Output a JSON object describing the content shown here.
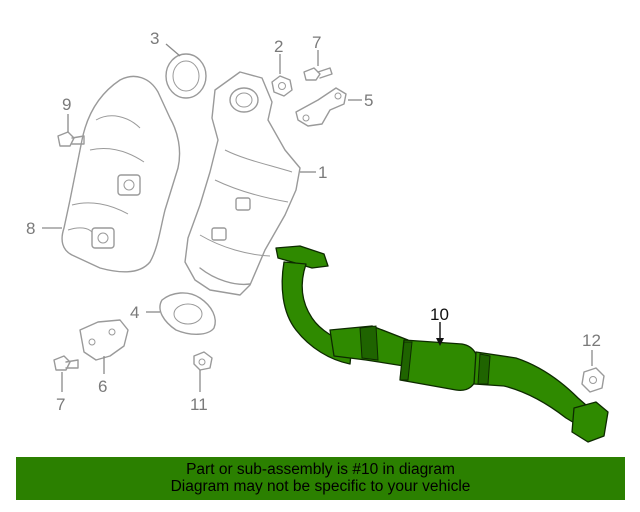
{
  "callouts": {
    "c1": "1",
    "c2": "2",
    "c3": "3",
    "c4": "4",
    "c5": "5",
    "c6": "6",
    "c7a": "7",
    "c7b": "7",
    "c8": "8",
    "c9": "9",
    "c10": "10",
    "c11": "11",
    "c12": "12"
  },
  "banner": {
    "line1": "Part or sub-assembly is #10 in diagram",
    "line2": "Diagram may not be specific to your vehicle"
  },
  "colors": {
    "highlight": "#2f8a00",
    "banner_bg": "#2b8000",
    "line_art": "#9a9a9a"
  }
}
